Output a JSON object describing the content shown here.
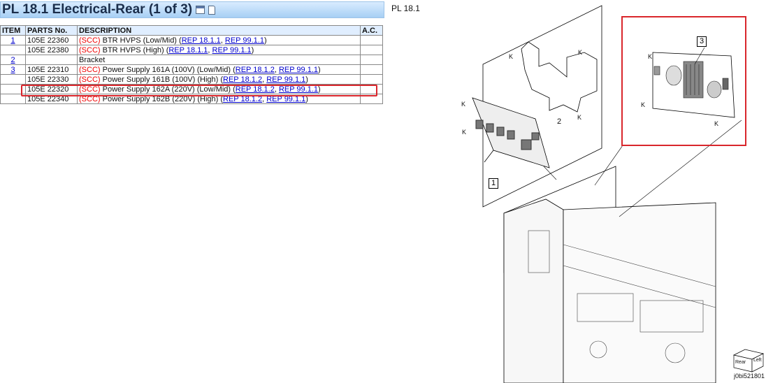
{
  "title": "PL 18.1 Electrical-Rear (1 of 3)",
  "columns": [
    "ITEM",
    "PARTS No.",
    "DESCRIPTION",
    "A.C."
  ],
  "rows": [
    {
      "item": "1",
      "part": "105E 22360",
      "scc": "(SCC)",
      "desc": " BTR HVPS (Low/Mid) (",
      "link1": "REP 18.1.1",
      "link2": "REP 99.1.1",
      "ac": ""
    },
    {
      "item": "",
      "part": "105E 22380",
      "scc": "(SCC)",
      "desc": " BTR HVPS (High) (",
      "link1": "REP 18.1.1",
      "link2": "REP 99.1.1",
      "ac": ""
    },
    {
      "item": "2",
      "part": "",
      "scc": "",
      "desc": "Bracket",
      "link1": "",
      "link2": "",
      "ac": ""
    },
    {
      "item": "3",
      "part": "105E 22310",
      "scc": "(SCC)",
      "desc": " Power Supply 161A (100V) (Low/Mid) (",
      "link1": "REP 18.1.2",
      "link2": "REP 99.1.1",
      "ac": ""
    },
    {
      "item": "",
      "part": "105E 22330",
      "scc": "(SCC)",
      "desc": " Power Supply 161B (100V) (High) (",
      "link1": "REP 18.1.2",
      "link2": "REP 99.1.1",
      "ac": ""
    },
    {
      "item": "",
      "part": "105E 22320",
      "scc": "(SCC)",
      "desc": " Power Supply 162A (220V) (Low/Mid) (",
      "link1": "REP 18.1.2",
      "link2": "REP 99.1.1",
      "ac": ""
    },
    {
      "item": "",
      "part": "105E 22340",
      "scc": "(SCC)",
      "desc": " Power Supply 162B (220V) (High) (",
      "link1": "REP 18.1.2",
      "link2": "REP 99.1.1",
      "ac": ""
    }
  ],
  "link_separator": ", ",
  "link_close": ")",
  "figure": {
    "label": "PL 18.1",
    "id": "j0bi521801",
    "callouts": [
      "1",
      "2",
      "3"
    ],
    "marker": "K",
    "orientation_rear": "Rear",
    "orientation_left": "Left"
  },
  "colors": {
    "highlight": "#d9262c",
    "scc": "#e00000",
    "link": "#0000cc",
    "header_bg": "#e0eeff"
  }
}
